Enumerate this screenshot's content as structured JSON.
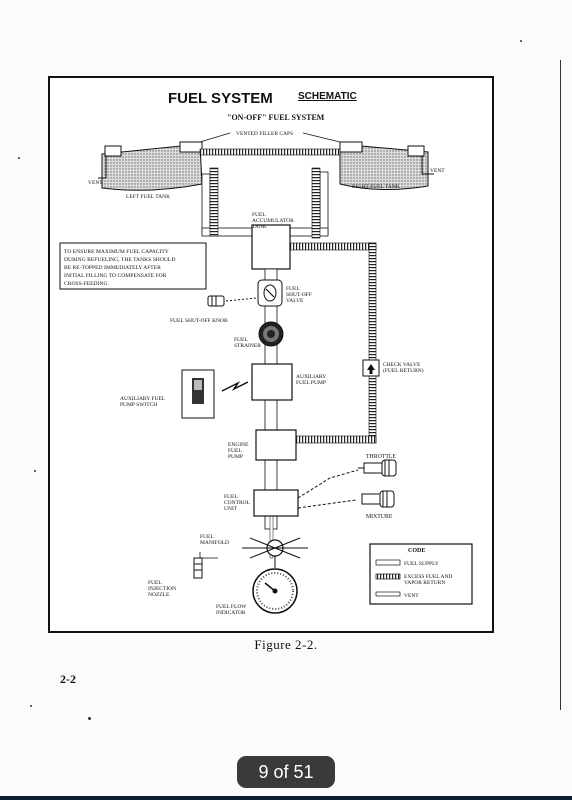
{
  "viewer": {
    "page_indicator": "9 of 51"
  },
  "page": {
    "page_number": "2-2",
    "figure_caption": "Figure 2-2."
  },
  "diagram": {
    "title_main": "FUEL SYSTEM",
    "title_emphasis": "SCHEMATIC",
    "subtitle": "\"ON-OFF\" FUEL SYSTEM",
    "labels": {
      "vented_filler_caps": "VENTED FILLER CAPS",
      "vent_left": "VENT",
      "vent_right": "VENT",
      "left_fuel_tank": "LEFT FUEL TANK",
      "right_fuel_tank": "RIGHT FUEL TANK",
      "fuel_accumulator_tank": [
        "FUEL",
        "ACCUMULATOR",
        "TANK"
      ],
      "fuel_shut_off_valve": [
        "FUEL",
        "SHUT-OFF",
        "VALVE"
      ],
      "fuel_shut_off_knob": "FUEL SHUT-OFF KNOB",
      "fuel_strainer": [
        "FUEL",
        "STRAINER"
      ],
      "auxiliary_fuel_pump": [
        "AUXILIARY",
        "FUEL PUMP"
      ],
      "auxiliary_fuel_pump_switch": [
        "AUXILIARY FUEL",
        "PUMP SWITCH"
      ],
      "check_valve": [
        "CHECK VALVE",
        "(FUEL RETURN)"
      ],
      "engine_fuel_pump": [
        "ENGINE",
        "FUEL",
        "PUMP"
      ],
      "throttle": "THROTTLE",
      "fuel_control_unit": [
        "FUEL",
        "CONTROL",
        "UNIT"
      ],
      "mixture": "MIXTURE",
      "fuel_manifold": [
        "FUEL",
        "MANIFOLD"
      ],
      "fuel_injection_nozzle": [
        "FUEL",
        "INJECTION",
        "NOZZLE"
      ],
      "fuel_flow_indicator": [
        "FUEL FLOW",
        "INDICATOR"
      ]
    },
    "note": [
      "TO ENSURE MAXIMUM FUEL CAPACITY",
      "DURING REFUELING, THE TANKS SHOULD",
      "BE RE-TOPPED IMMEDIATELY AFTER",
      "INITIAL FILLING TO COMPENSATE FOR",
      "CROSS-FEEDING."
    ],
    "legend": {
      "title": "CODE",
      "fuel_supply": "FUEL SUPPLY",
      "excess_fuel": [
        "EXCESS FUEL AND",
        "VAPOR RETURN"
      ],
      "vent": "VENT"
    }
  }
}
